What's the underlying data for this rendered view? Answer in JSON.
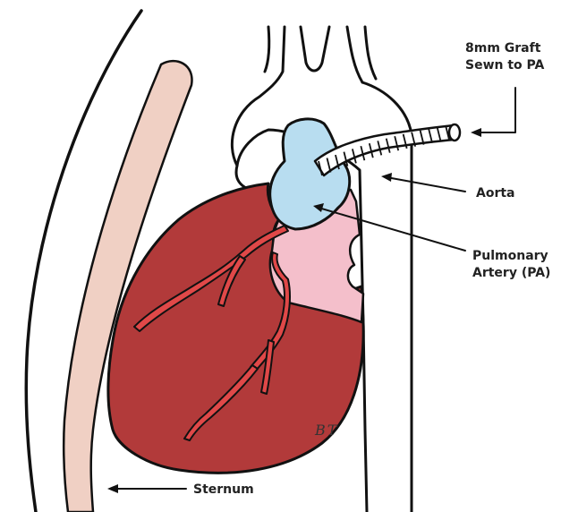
{
  "labels": {
    "graft_line1": "8mm Graft",
    "graft_line2": "Sewn to PA",
    "aorta": "Aorta",
    "pa_line1": "Pulmonary",
    "pa_line2": "Artery (PA)",
    "sternum": "Sternum",
    "signature": "BT"
  },
  "colors": {
    "heart": "#b23a3a",
    "coronary": "#e04848",
    "pulmonary_artery": "#b8ddf0",
    "left_atrium": "#f4bfcb",
    "sternum": "#f0d0c4",
    "graft": "#ffffff",
    "outline": "#111111"
  }
}
